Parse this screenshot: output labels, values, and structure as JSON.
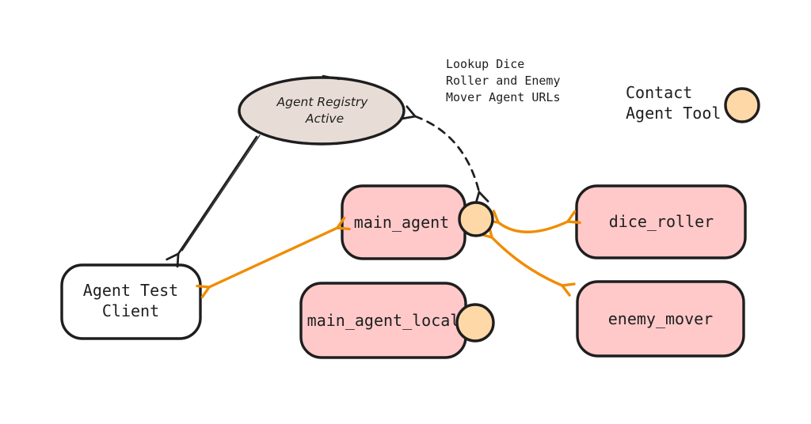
{
  "colors": {
    "background": "#ffffff",
    "ink": "#1e1e1e",
    "node_fill": "#ffc9c9",
    "client_fill": "#ffffff",
    "tool_circle_fill": "#ffd8a8",
    "registry_fill": "#e8ddd6",
    "arrow_orange": "#f08c00"
  },
  "diagram": {
    "registry_node": {
      "lines": [
        "Agent Registry",
        "Active"
      ]
    },
    "note": {
      "lines": [
        "Lookup Dice",
        "Roller and Enemy",
        "Mover Agent URLs"
      ]
    },
    "legend": {
      "lines": [
        "Contact",
        "Agent Tool"
      ],
      "symbol": "contact-agent-tool-circle"
    },
    "nodes": {
      "main_agent": {
        "label": "main_agent",
        "has_contact_tool": true
      },
      "main_agent_local": {
        "label": "main_agent_local",
        "has_contact_tool": true
      },
      "dice_roller": {
        "label": "dice_roller"
      },
      "enemy_mover": {
        "label": "enemy_mover"
      },
      "agent_test_client": {
        "lines": [
          "Agent Test",
          "Client"
        ]
      }
    },
    "edges": [
      {
        "from": "agent_registry",
        "to": "agent_test_client",
        "style": "solid",
        "color": "ink",
        "arrowheads": "end"
      },
      {
        "from": "agent_registry",
        "to": "main_agent_contact_tool",
        "style": "dashed",
        "color": "ink",
        "arrowheads": "both"
      },
      {
        "from": "agent_test_client",
        "to": "main_agent",
        "style": "solid",
        "color": "orange",
        "arrowheads": "both"
      },
      {
        "from": "main_agent_contact_tool",
        "to": "dice_roller",
        "style": "solid",
        "color": "orange",
        "arrowheads": "both"
      },
      {
        "from": "main_agent_contact_tool",
        "to": "enemy_mover",
        "style": "solid",
        "color": "orange",
        "arrowheads": "both"
      }
    ]
  }
}
